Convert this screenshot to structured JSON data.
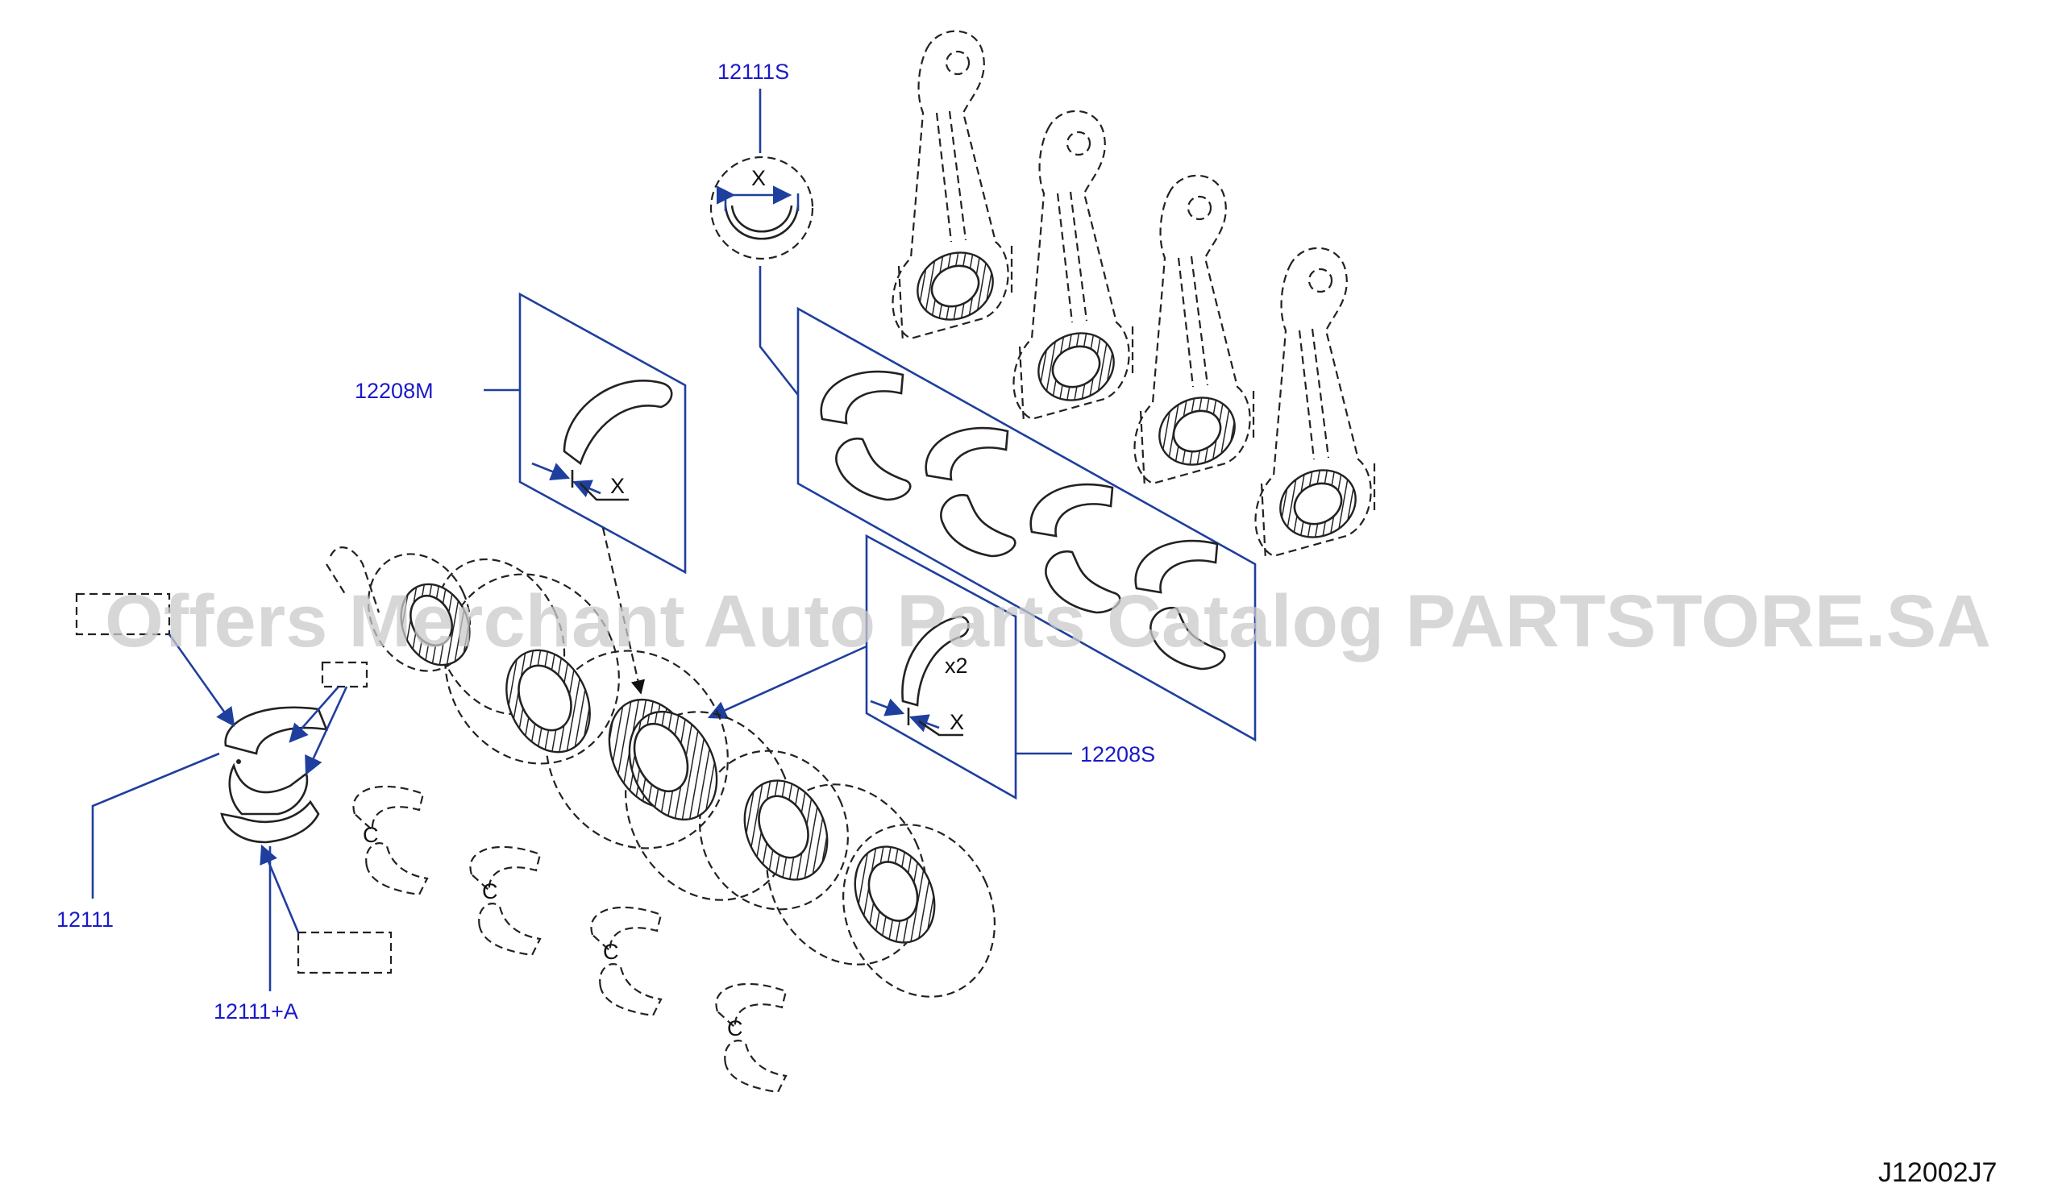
{
  "diagram": {
    "watermark": "Offers Merchant Auto Parts Catalog PARTSTORE.SA",
    "drawing_code": "J12002J7",
    "dimension_label": "X",
    "quantity_label": "x2",
    "c_mark": "C",
    "callouts": {
      "conrod_bearing_set": "12111S",
      "thrust_washer_main": "12208M",
      "thrust_washer_set": "12208S",
      "conrod_bearing": "12111",
      "conrod_bearing_a": "12111+A"
    },
    "colors": {
      "callout_text": "#1a1ac8",
      "leader_line": "#1f3f9e",
      "part_line": "#222222",
      "watermark": "#c9c9c9"
    }
  }
}
